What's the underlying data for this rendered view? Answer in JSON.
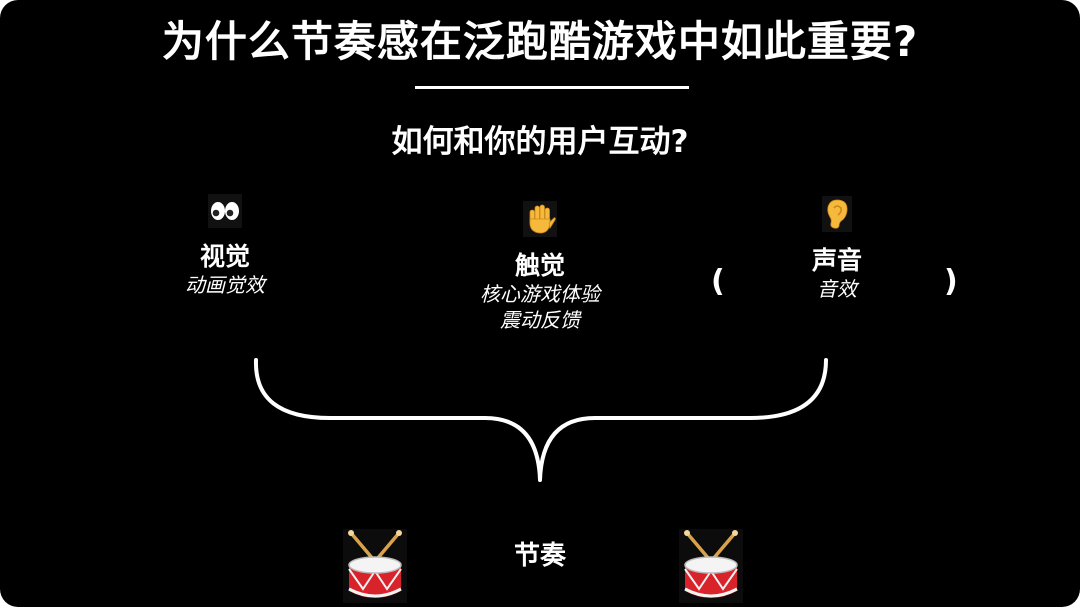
{
  "title": "为什么节奏感在泛跑酷游戏中如此重要?",
  "subtitle": "如何和你的用户互动?",
  "columns": [
    {
      "icon": "eyes-icon",
      "label": "视觉",
      "desc": [
        "动画觉效"
      ]
    },
    {
      "icon": "raised-hand-icon",
      "label": "触觉",
      "desc": [
        "核心游戏体验",
        "震动反馈"
      ]
    },
    {
      "icon": "ear-icon",
      "label": "声音",
      "desc": [
        "音效"
      ]
    }
  ],
  "paren_open": "(",
  "paren_close": ")",
  "rhythm_label": "节奏",
  "drum_icon": "drum-icon",
  "colors": {
    "background": "#000000",
    "text": "#ffffff",
    "drum_red": "#d8232a",
    "stick": "#d9a24a"
  }
}
